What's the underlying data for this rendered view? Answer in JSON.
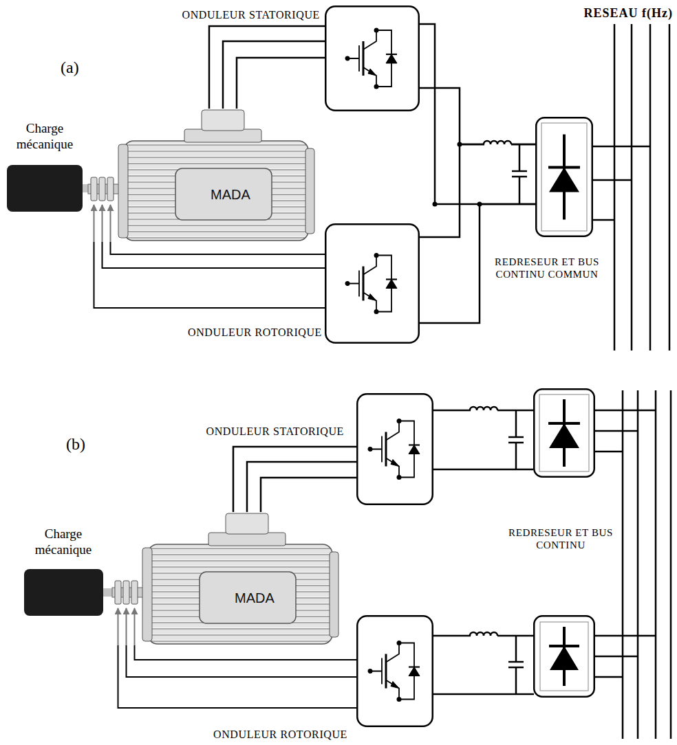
{
  "diagram": {
    "nodes": [
      {
        "text": [
          "Charge mécanique"
        ]
      },
      {
        "text": [
          "MADA"
        ]
      },
      {
        "text": [
          "ONDULEUR STATORIQUE"
        ]
      },
      {
        "text": [
          "ONDULEUR ROTORIQUE"
        ]
      },
      {
        "text": [
          "REDRESEUR ET BUS CONTINU COMMUN"
        ]
      },
      {
        "text": [
          "Charge mécanique"
        ]
      },
      {
        "text": [
          "MADA"
        ]
      },
      {
        "text": [
          "ONDULEUR STATORIQUE"
        ]
      },
      {
        "text": [
          "ONDULEUR ROTORIQUE"
        ]
      },
      {
        "text": [
          "REDRESEUR ET BUS CONTINU"
        ]
      }
    ],
    "edges": [
      {
        "from": 0,
        "to": 1,
        "arrow": "none"
      },
      {
        "from": 1,
        "to": 2,
        "arrow": "none"
      },
      {
        "from": 1,
        "to": 3,
        "arrow": "none"
      },
      {
        "from": 2,
        "to": 4,
        "arrow": "none"
      },
      {
        "from": 3,
        "to": 4,
        "arrow": "none"
      },
      {
        "from": 5,
        "to": 6,
        "arrow": "none"
      },
      {
        "from": 6,
        "to": 7,
        "arrow": "none"
      },
      {
        "from": 6,
        "to": 8,
        "arrow": "none"
      },
      {
        "from": 7,
        "to": 9,
        "arrow": "none"
      }
    ],
    "labels": [
      "(a)",
      "RESEAU f(Hz)",
      "(b)"
    ]
  }
}
